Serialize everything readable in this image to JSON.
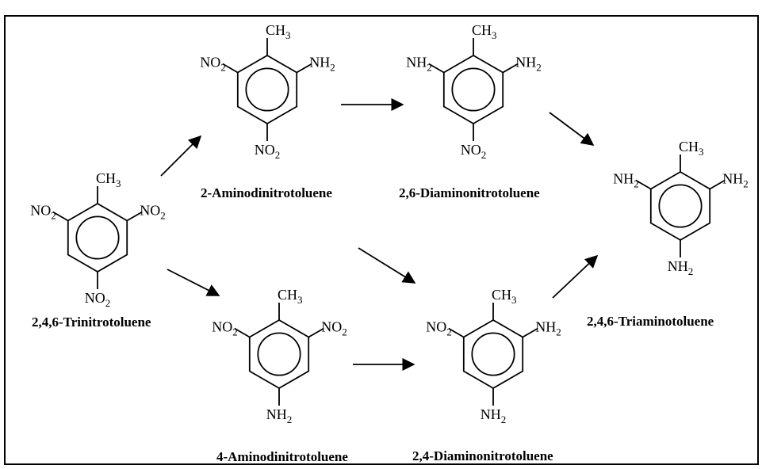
{
  "compounds": [
    {
      "id": "tnt",
      "name": "2,4,6-Trinitrotoluene",
      "substituents": {
        "top": "CH3",
        "upper_left": "NO2",
        "upper_right": "NO2",
        "bottom": "NO2"
      }
    },
    {
      "id": "2adnt",
      "name": "2-Aminodinitrotoluene",
      "substituents": {
        "top": "CH3",
        "upper_left": "NO2",
        "upper_right": "NH2",
        "bottom": "NO2"
      }
    },
    {
      "id": "4adnt",
      "name": "4-Aminodinitrotoluene",
      "substituents": {
        "top": "CH3",
        "upper_left": "NO2",
        "upper_right": "NO2",
        "bottom": "NH2"
      }
    },
    {
      "id": "26dant",
      "name": "2,6-Diaminonitrotoluene",
      "substituents": {
        "top": "CH3",
        "upper_left": "NH2",
        "upper_right": "NH2",
        "bottom": "NO2"
      }
    },
    {
      "id": "24dant",
      "name": "2,4-Diaminonitrotoluene",
      "substituents": {
        "top": "CH3",
        "upper_left": "NO2",
        "upper_right": "NH2",
        "bottom": "NH2"
      }
    },
    {
      "id": "tat",
      "name": "2,4,6-Triaminotoluene",
      "substituents": {
        "top": "CH3",
        "upper_left": "NH2",
        "upper_right": "NH2",
        "bottom": "NH2"
      }
    }
  ],
  "reactions": [
    {
      "from": "tnt",
      "to": "2adnt"
    },
    {
      "from": "tnt",
      "to": "4adnt"
    },
    {
      "from": "2adnt",
      "to": "26dant"
    },
    {
      "from": "2adnt",
      "to": "24dant"
    },
    {
      "from": "4adnt",
      "to": "24dant"
    },
    {
      "from": "26dant",
      "to": "tat"
    },
    {
      "from": "24dant",
      "to": "tat"
    }
  ]
}
